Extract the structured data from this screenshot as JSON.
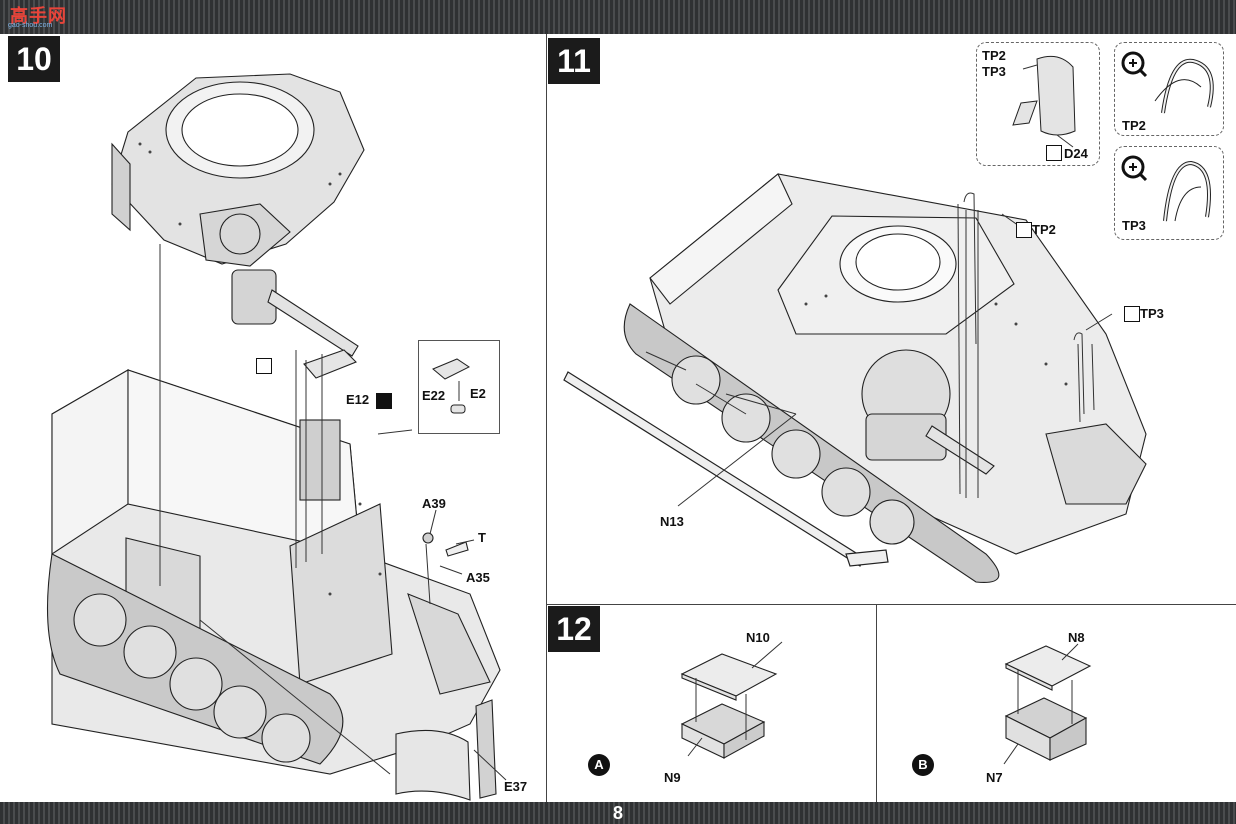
{
  "header": {
    "watermark_main": "高手网",
    "watermark_sub": "gao-shou.com"
  },
  "footer": {
    "page_number": "8"
  },
  "step10": {
    "number": "10",
    "parts": {
      "e12": "E12",
      "e22": "E22",
      "e2": "E2",
      "a39": "A39",
      "t": "T",
      "a35": "A35",
      "e37": "E37"
    }
  },
  "step11": {
    "number": "11",
    "parts": {
      "tp2_top": "TP2",
      "tp3_top": "TP3",
      "d24": "D24",
      "tp2_zoom": "TP2",
      "tp3_zoom": "TP3",
      "tp2_main": "TP2",
      "tp3_main": "TP3",
      "n13": "N13"
    }
  },
  "step12": {
    "number": "12",
    "variant_a": {
      "badge": "A",
      "lid": "N10",
      "box": "N9"
    },
    "variant_b": {
      "badge": "B",
      "lid": "N8",
      "box": "N7"
    }
  },
  "colors": {
    "band": "#3b3d3f",
    "ink": "#1a1a1a",
    "plastic": "#e3e3e3",
    "badge": "#1b1b1b"
  }
}
